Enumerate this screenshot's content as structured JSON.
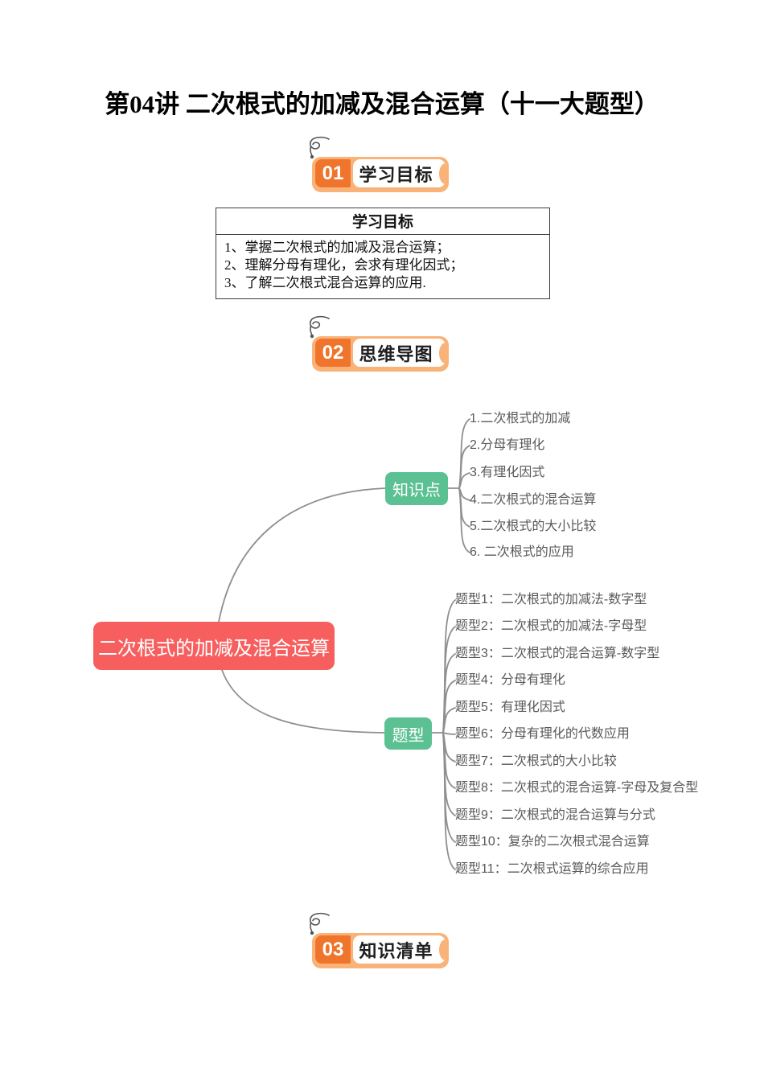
{
  "title": "第04讲 二次根式的加减及混合运算（十一大题型）",
  "badges": [
    {
      "number": "01",
      "label": "学习目标"
    },
    {
      "number": "02",
      "label": "思维导图"
    },
    {
      "number": "03",
      "label": "知识清单"
    }
  ],
  "objectives": {
    "header": "学习目标",
    "items": [
      "1、掌握二次根式的加减及混合运算；",
      "2、理解分母有理化，会求有理化因式；",
      "3、了解二次根式混合运算的应用."
    ]
  },
  "mindmap": {
    "root": "二次根式的加减及混合运算",
    "knowledge": {
      "label": "知识点",
      "items": [
        "1.二次根式的加减",
        "2.分母有理化",
        "3.有理化因式",
        "4.二次根式的混合运算",
        "5.二次根式的大小比较",
        "6. 二次根式的应用"
      ]
    },
    "types": {
      "label": "题型",
      "items": [
        "题型1：二次根式的加减法-数字型",
        "题型2：二次根式的加减法-字母型",
        "题型3：二次根式的混合运算-数字型",
        "题型4：分母有理化",
        "题型5：有理化因式",
        "题型6：分母有理化的代数应用",
        "题型7：二次根式的大小比较",
        "题型8：二次根式的混合运算-字母及复合型",
        "题型9：二次根式的混合运算与分式",
        "题型10：复杂的二次根式混合运算",
        "题型11：二次根式运算的综合应用"
      ]
    }
  },
  "colors": {
    "badge_orange": "#F0752C",
    "badge_ring": "#F9B277",
    "root_node_red": "#F75F5F",
    "branch_node_green": "#5CC192",
    "connector_gray": "#8F8F8F"
  }
}
